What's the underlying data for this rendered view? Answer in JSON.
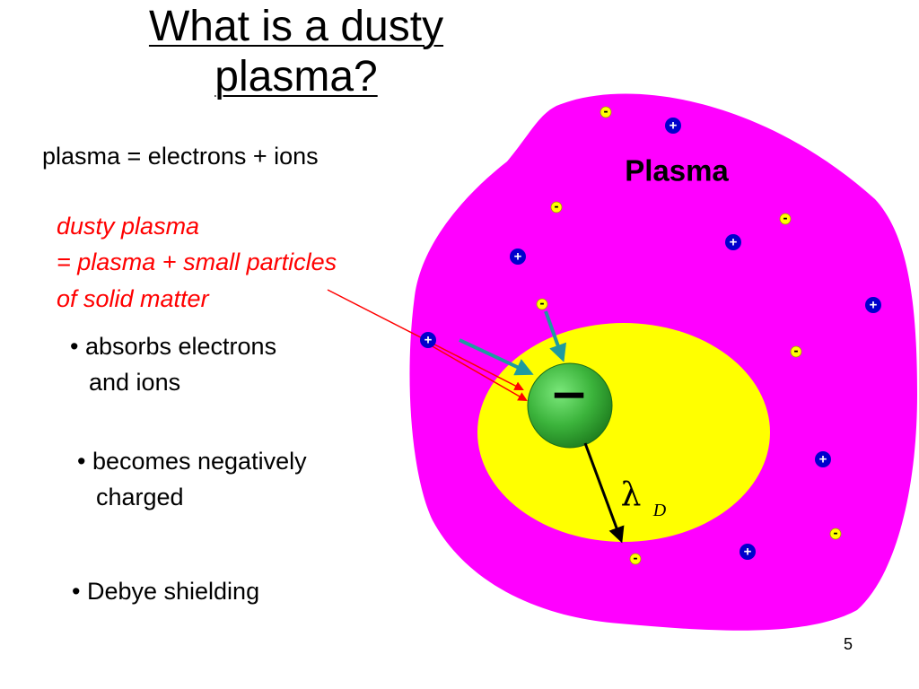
{
  "slide": {
    "title_line1": "What is a dusty",
    "title_line2": "plasma?",
    "definition": "plasma = electrons + ions",
    "dusty_line1": "dusty plasma",
    "dusty_line2": "= plasma + small particles",
    "dusty_line3": "of solid matter",
    "bullet1_line1": "• absorbs electrons",
    "bullet1_line2": "and ions",
    "bullet2_line1": "• becomes negatively",
    "bullet2_line2": "charged",
    "bullet3": "• Debye shielding",
    "page_number": "5"
  },
  "diagram": {
    "plasma_label": "Plasma",
    "grain_sign": "−",
    "debye_symbol": "λ",
    "debye_subscript": "D",
    "plus_symbol": "+",
    "minus_symbol": "-",
    "colors": {
      "plasma": "#ff00ff",
      "sheath": "#ffff00",
      "grain": "#3cb43c",
      "grain_highlight": "#6ee06e",
      "positive_ion": "#0000cc",
      "electron": "#ffff00",
      "arrow_red": "#ff0000",
      "arrow_teal": "#1f9aa0",
      "arrow_black": "#000000"
    }
  }
}
